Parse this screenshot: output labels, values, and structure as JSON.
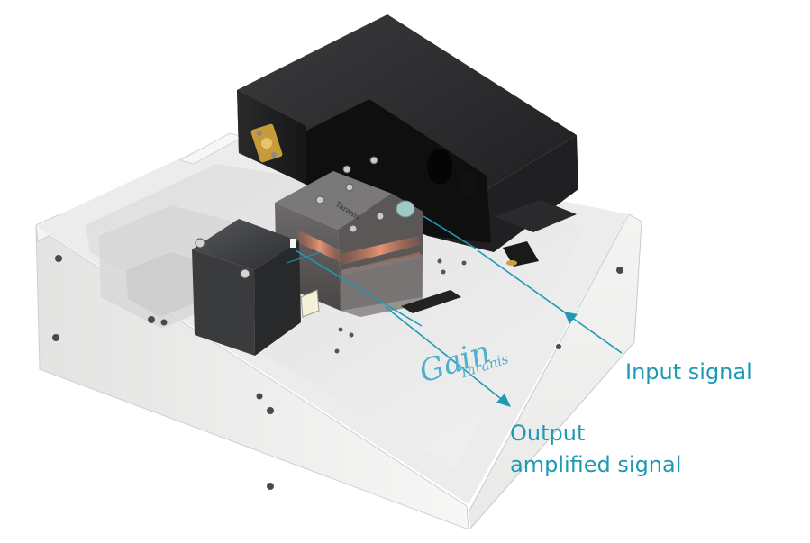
{
  "labels": {
    "input": "Input signal",
    "output_line1": "Output",
    "output_line2": "amplified signal"
  },
  "engravings": {
    "front_logo_main": "Gain",
    "front_logo_sub": "Taranis",
    "block_marking": "Taranis"
  },
  "colors": {
    "callout": "#1f9ab5",
    "housing": "#f1f0ef",
    "dark_box": "#2b2b2d",
    "beam_glow": "#e9876a"
  }
}
